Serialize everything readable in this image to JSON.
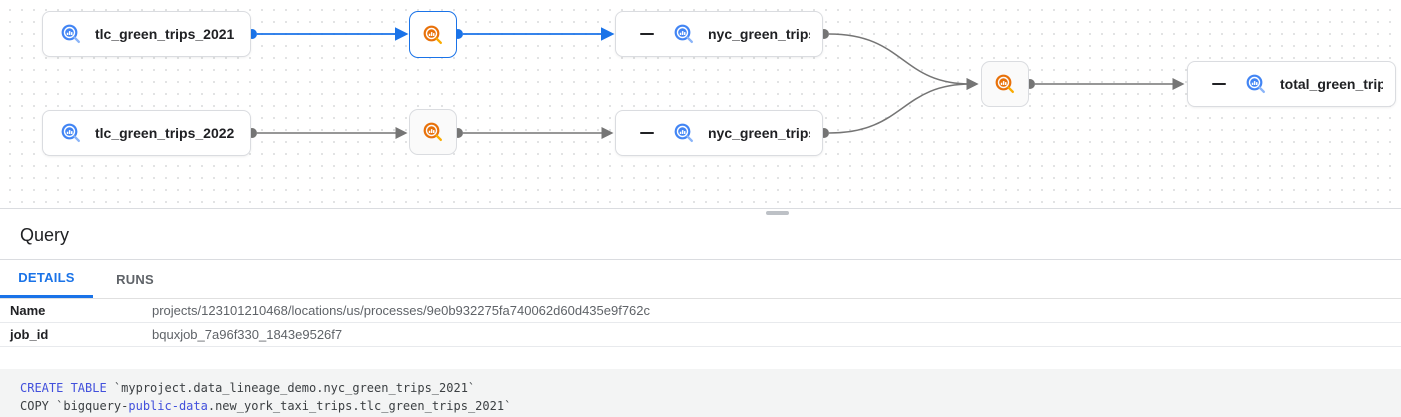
{
  "graph": {
    "nodes": [
      {
        "label": "tlc_green_trips_2021",
        "type": "bigquery-table"
      },
      {
        "label": "nyc_green_trips...",
        "type": "bigquery-table",
        "collapsible": true
      },
      {
        "label": "tlc_green_trips_2022",
        "type": "bigquery-table"
      },
      {
        "label": "nyc_green_trips...",
        "type": "bigquery-table",
        "collapsible": true
      },
      {
        "label": "total_green_trip...",
        "type": "bigquery-table",
        "collapsible": true
      }
    ],
    "process_nodes": [
      {
        "type": "query-process",
        "selected": true
      },
      {
        "type": "query-process",
        "selected": false
      },
      {
        "type": "query-process",
        "selected": false
      }
    ]
  },
  "panel": {
    "title": "Query",
    "tabs": [
      {
        "label": "DETAILS"
      },
      {
        "label": "RUNS"
      }
    ],
    "active_tab": "DETAILS",
    "details": [
      {
        "key": "Name",
        "value": "projects/123101210468/locations/us/processes/9e0b932275fa740062d60d435e9f762c"
      },
      {
        "key": "job_id",
        "value": "bquxjob_7a96f330_1843e9526f7"
      }
    ]
  },
  "sql": {
    "line1": {
      "keyword": "CREATE TABLE",
      "rest": " `myproject.data_lineage_demo.nyc_green_trips_2021`"
    },
    "line2": {
      "start": "COPY `bigquery-",
      "highlight": "public-data",
      "end": ".new_york_taxi_trips.tlc_green_trips_2021`"
    }
  },
  "colors": {
    "selected_blue": "#1a73e8",
    "edge_gray": "#757575",
    "table_icon_blue": "#4285f4",
    "process_icon_orange": "#e8710a"
  }
}
